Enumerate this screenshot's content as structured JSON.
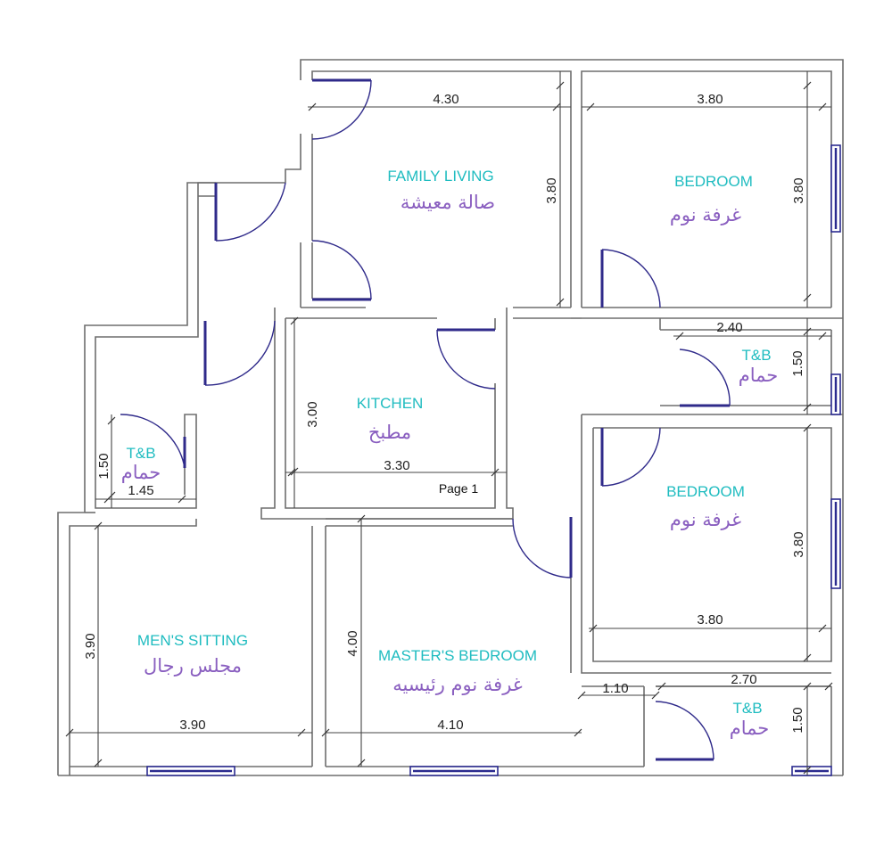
{
  "rooms": {
    "family_living": {
      "name_en": "FAMILY LIVING",
      "name_ar": "صالة معيشة",
      "width": "4.30",
      "depth": "3.80"
    },
    "bedroom_1": {
      "name_en": "BEDROOM",
      "name_ar": "غرفة نوم",
      "width": "3.80",
      "depth": "3.80"
    },
    "tb_1": {
      "name_en": "T&B",
      "name_ar": "حمام",
      "width": "2.40",
      "depth": "1.50"
    },
    "kitchen": {
      "name_en": "KITCHEN",
      "name_ar": "مطبخ",
      "width": "3.30",
      "depth": "3.00"
    },
    "tb_2": {
      "name_en": "T&B",
      "name_ar": "حمام",
      "width": "1.45",
      "depth": "1.50"
    },
    "bedroom_2": {
      "name_en": "BEDROOM",
      "name_ar": "غرفة نوم",
      "width": "3.80",
      "depth": "3.80"
    },
    "mens_sitting": {
      "name_en": "MEN'S SITTING",
      "name_ar": "مجلس رجال",
      "width": "3.90",
      "depth": "3.90"
    },
    "masters_bedroom": {
      "name_en": "MASTER'S BEDROOM",
      "name_ar": "غرفة نوم رئيسيه",
      "width": "4.10",
      "depth": "4.00"
    },
    "passage_dim": "1.10",
    "tb_3": {
      "name_en": "T&B",
      "name_ar": "حمام",
      "width": "2.70",
      "depth": "1.50"
    }
  },
  "page_label": "Page 1",
  "colors": {
    "english_label": "#1fbcc0",
    "arabic_label": "#8a5fc0",
    "door": "#2f2a8a",
    "wall": "#6e6e6e"
  }
}
